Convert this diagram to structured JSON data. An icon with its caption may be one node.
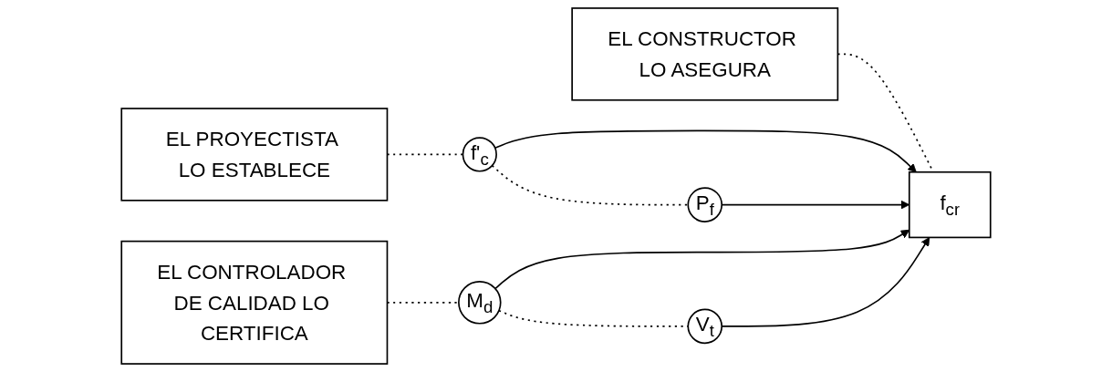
{
  "diagram": {
    "nodes": [
      {
        "text": [
          "EL PROYECTISTA LO ESTABLECE"
        ]
      },
      {
        "text": [
          "EL CONSTRUCTOR LO ASEGURA"
        ]
      },
      {
        "text": [
          "EL CONTROLADOR DE CALIDAD LO CERTIFICA"
        ]
      },
      {
        "text": [
          "f'$_{c}$"
        ]
      },
      {
        "text": [
          "P$_{f}$"
        ]
      },
      {
        "text": [
          "f$_{cr}$"
        ]
      },
      {
        "text": [
          "M$_{d}$"
        ]
      },
      {
        "text": [
          "V$_{t}$"
        ]
      }
    ],
    "edges": [
      {
        "from": 0,
        "to": 3,
        "arrow": "none",
        "style": "dashed"
      },
      {
        "from": 3,
        "to": 4,
        "arrow": "none",
        "style": "dashed"
      },
      {
        "from": 1,
        "to": 5,
        "arrow": "none",
        "style": "dashed"
      },
      {
        "from": 2,
        "to": 6,
        "arrow": "none",
        "style": "dashed"
      },
      {
        "from": 6,
        "to": 7,
        "arrow": "none",
        "style": "dashed"
      },
      {
        "from": 3,
        "to": 5,
        "arrow": "to"
      },
      {
        "from": 4,
        "to": 5,
        "arrow": "to"
      },
      {
        "from": 6,
        "to": 5,
        "arrow": "to"
      },
      {
        "from": 7,
        "to": 5,
        "arrow": "to"
      }
    ]
  }
}
